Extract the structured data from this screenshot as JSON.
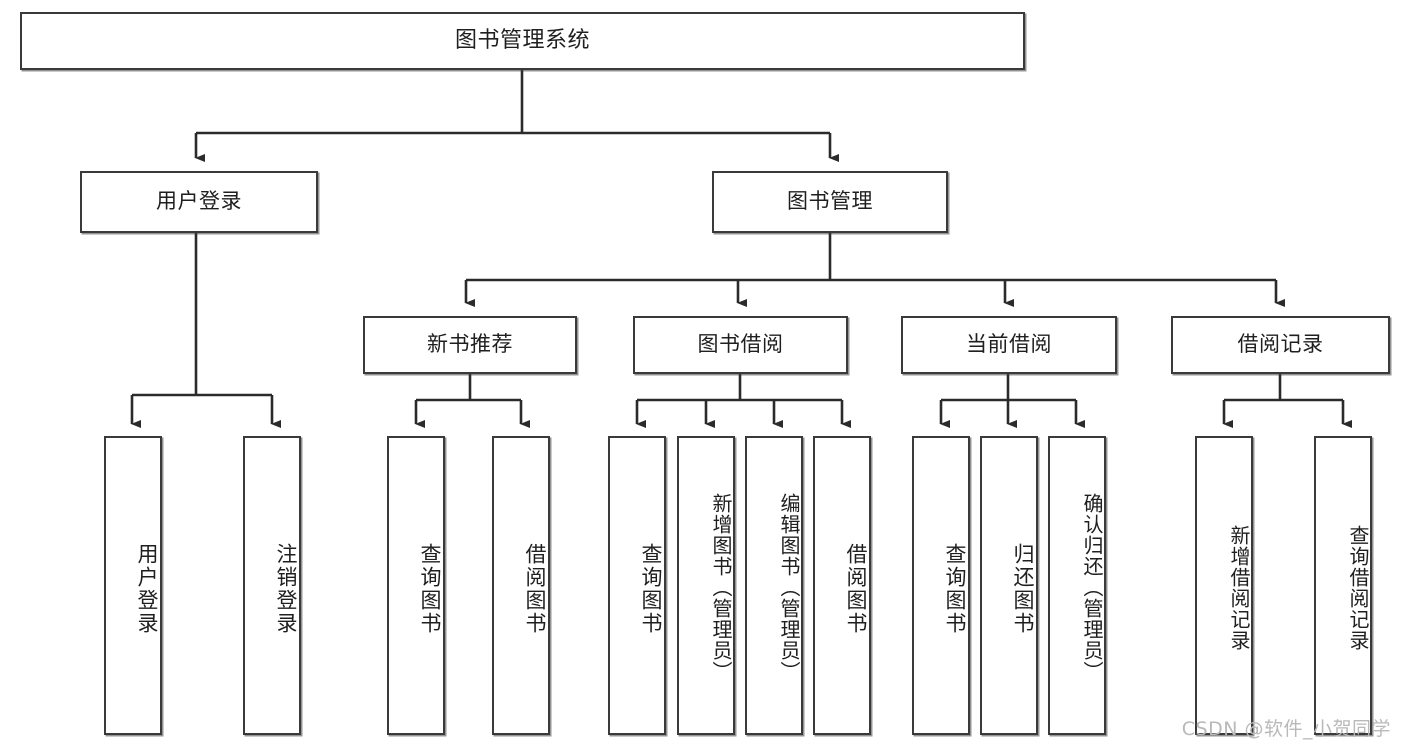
{
  "diagram": {
    "type": "tree",
    "title": "图书管理系统",
    "watermark": "CSDN @软件_小贺同学",
    "colors": {
      "box_border": "#3a3a3a",
      "box_fill": "#ffffff",
      "edge": "#2b2b2b",
      "text": "#1f1f1f",
      "watermark": "#b9b9b9"
    },
    "levels": {
      "root": "图书管理系统",
      "level2": [
        "用户登录",
        "图书管理"
      ],
      "level3": [
        "新书推荐",
        "图书借阅",
        "当前借阅",
        "借阅记录"
      ],
      "leaves": [
        "用户登录",
        "注销登录",
        "查询图书",
        "借阅图书",
        "查询图书",
        "新增图书（管理员）",
        "编辑图书（管理员）",
        "借阅图书",
        "查询图书",
        "归还图书",
        "确认归还（管理员）",
        "新增借阅记录",
        "查询借阅记录"
      ]
    },
    "nodes": {
      "root": {
        "label": "图书管理系统"
      },
      "user_login": {
        "label": "用户登录"
      },
      "book_manage": {
        "label": "图书管理"
      },
      "new_book_rec": {
        "label": "新书推荐"
      },
      "book_borrow": {
        "label": "图书借阅"
      },
      "current_borrow": {
        "label": "当前借阅"
      },
      "borrow_record": {
        "label": "借阅记录"
      },
      "leaf_user_login": {
        "label": "用户登录"
      },
      "leaf_logout": {
        "label": "注销登录"
      },
      "leaf_query_book_a": {
        "label": "查询图书"
      },
      "leaf_borrow_book_a": {
        "label": "借阅图书"
      },
      "leaf_query_book_b": {
        "label": "查询图书"
      },
      "leaf_add_book": {
        "label": "新增图书（管理员）"
      },
      "leaf_edit_book": {
        "label": "编辑图书（管理员）"
      },
      "leaf_borrow_book_b": {
        "label": "借阅图书"
      },
      "leaf_query_book_c": {
        "label": "查询图书"
      },
      "leaf_return_book": {
        "label": "归还图书"
      },
      "leaf_confirm_return": {
        "label": "确认归还（管理员）"
      },
      "leaf_add_record": {
        "label": "新增借阅记录"
      },
      "leaf_query_record": {
        "label": "查询借阅记录"
      }
    },
    "edges": [
      {
        "from": "root",
        "to": "user_login"
      },
      {
        "from": "root",
        "to": "book_manage"
      },
      {
        "from": "user_login",
        "to": "leaf_user_login"
      },
      {
        "from": "user_login",
        "to": "leaf_logout"
      },
      {
        "from": "book_manage",
        "to": "new_book_rec"
      },
      {
        "from": "book_manage",
        "to": "book_borrow"
      },
      {
        "from": "book_manage",
        "to": "current_borrow"
      },
      {
        "from": "book_manage",
        "to": "borrow_record"
      },
      {
        "from": "new_book_rec",
        "to": "leaf_query_book_a"
      },
      {
        "from": "new_book_rec",
        "to": "leaf_borrow_book_a"
      },
      {
        "from": "book_borrow",
        "to": "leaf_query_book_b"
      },
      {
        "from": "book_borrow",
        "to": "leaf_add_book"
      },
      {
        "from": "book_borrow",
        "to": "leaf_edit_book"
      },
      {
        "from": "book_borrow",
        "to": "leaf_borrow_book_b"
      },
      {
        "from": "current_borrow",
        "to": "leaf_query_book_c"
      },
      {
        "from": "current_borrow",
        "to": "leaf_return_book"
      },
      {
        "from": "current_borrow",
        "to": "leaf_confirm_return"
      },
      {
        "from": "borrow_record",
        "to": "leaf_add_record"
      },
      {
        "from": "borrow_record",
        "to": "leaf_query_record"
      }
    ]
  }
}
